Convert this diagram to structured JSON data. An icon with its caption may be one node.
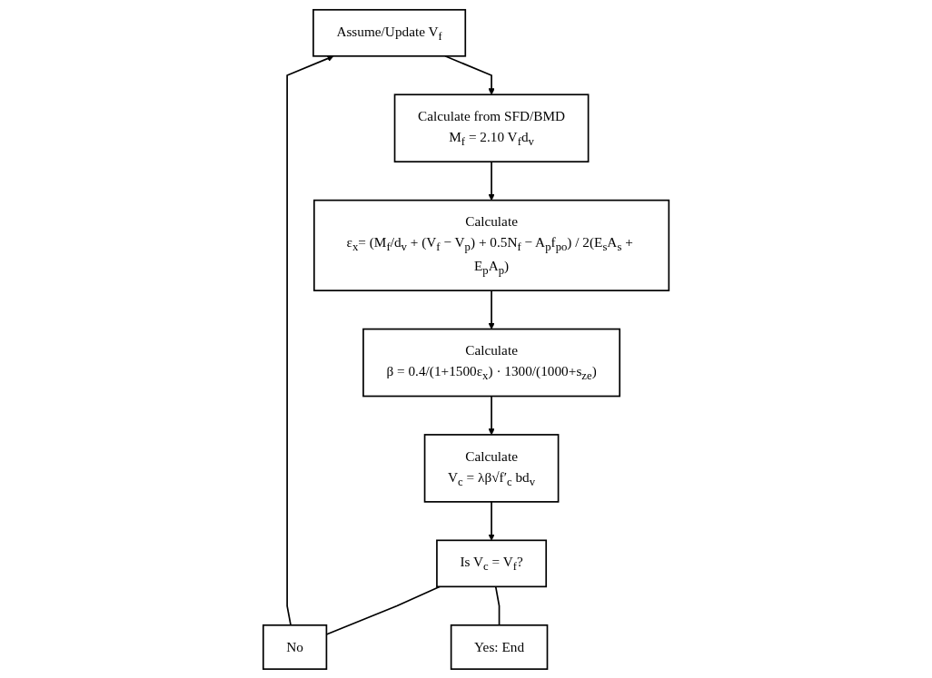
{
  "diagram": {
    "nodes": [
      {
        "text": [
          "Assume/Update V$_{f}$"
        ]
      },
      {
        "text": [
          "Calculate from SFD/BMD",
          "M$_{f}$ = 2.10 V$_{f}$d$_{v}$"
        ]
      },
      {
        "text": [
          "Calculate",
          "ε$_{x}$= (M$_{f}$/d$_{v}$ + (V$_{f}$ − V$_{p}$) + 0.5N$_{f}$ − A$_{p}$f$_{po}$) / 2(E$_{s}$A$_{s}$ + E$_{p}$A$_{p}$)"
        ]
      },
      {
        "text": [
          "Calculate",
          "β = 0.4/(1+1500ε$_{x}$) · 1300/(1000+s$_{ze}$)"
        ]
      },
      {
        "text": [
          "Calculate",
          "V$_{c}$ = λβ√f′$_{c}$ bd$_{v}$"
        ]
      },
      {
        "text": [
          "Is V$_{c}$ = V$_{f}$?"
        ]
      },
      {
        "text": [
          "No"
        ]
      },
      {
        "text": [
          "Yes: End"
        ]
      }
    ],
    "edges": [
      {
        "from": 0,
        "to": 1,
        "arrow": "to"
      },
      {
        "from": 1,
        "to": 2,
        "arrow": "to"
      },
      {
        "from": 2,
        "to": 3,
        "arrow": "to"
      },
      {
        "from": 3,
        "to": 4,
        "arrow": "to"
      },
      {
        "from": 4,
        "to": 5,
        "arrow": "to"
      },
      {
        "from": 5,
        "to": 6,
        "arrow": "none"
      },
      {
        "from": 5,
        "to": 7,
        "arrow": "none"
      },
      {
        "from": 6,
        "to": 0,
        "arrow": "to"
      }
    ]
  }
}
